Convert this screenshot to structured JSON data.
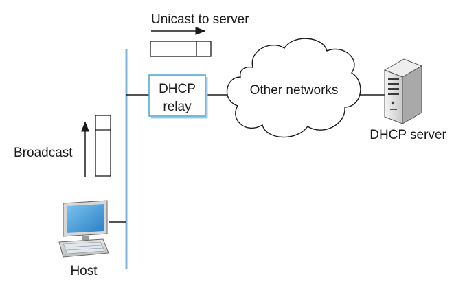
{
  "labels": {
    "unicast": "Unicast to server",
    "relay_line1": "DHCP",
    "relay_line2": "relay",
    "other_networks": "Other networks",
    "server": "DHCP server",
    "broadcast": "Broadcast",
    "host": "Host"
  },
  "icons": {
    "server": "server-tower-icon",
    "host": "desktop-computer-icon",
    "cloud": "cloud-icon"
  },
  "colors": {
    "network_line": "#7fb5d9",
    "relay_border": "#4aa3cf",
    "screen": "#3a9ad9",
    "ink": "#1a1a1a"
  }
}
